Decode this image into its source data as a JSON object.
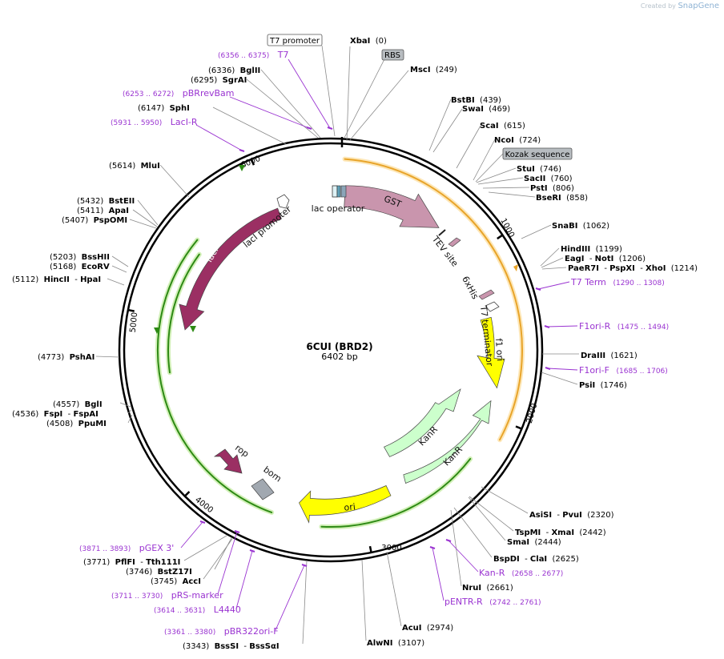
{
  "brand": {
    "prefix": "Created by",
    "name": "SnapGene"
  },
  "plasmid": {
    "name": "6CUI (BRD2)",
    "size": "6402 bp",
    "length": 6402
  },
  "ticks": [
    "1000",
    "2000",
    "3000",
    "4000",
    "5000",
    "6000"
  ],
  "sites": [
    {
      "id": "xbai",
      "parts": [
        {
          "t": "XbaI",
          "b": true
        },
        {
          "t": "  (0)",
          "b": false
        }
      ]
    },
    {
      "id": "msci",
      "parts": [
        {
          "t": "MscI",
          "b": true
        },
        {
          "t": "  (249)",
          "b": false
        }
      ]
    },
    {
      "id": "bstbi",
      "parts": [
        {
          "t": "BstBI",
          "b": true
        },
        {
          "t": "  (439)",
          "b": false
        }
      ]
    },
    {
      "id": "swai",
      "parts": [
        {
          "t": "SwaI",
          "b": true
        },
        {
          "t": "  (469)",
          "b": false
        }
      ]
    },
    {
      "id": "scai",
      "parts": [
        {
          "t": "ScaI",
          "b": true
        },
        {
          "t": "  (615)",
          "b": false
        }
      ]
    },
    {
      "id": "ncoi",
      "parts": [
        {
          "t": "NcoI",
          "b": true
        },
        {
          "t": "  (724)",
          "b": false
        }
      ]
    },
    {
      "id": "stui",
      "parts": [
        {
          "t": "StuI",
          "b": true
        },
        {
          "t": "  (746)",
          "b": false
        }
      ]
    },
    {
      "id": "sacii",
      "parts": [
        {
          "t": "SacII",
          "b": true
        },
        {
          "t": "  (760)",
          "b": false
        }
      ]
    },
    {
      "id": "psti",
      "parts": [
        {
          "t": "PstI",
          "b": true
        },
        {
          "t": "  (806)",
          "b": false
        }
      ]
    },
    {
      "id": "beri",
      "parts": [
        {
          "t": "BseRI",
          "b": true
        },
        {
          "t": "  (858)",
          "b": false
        }
      ]
    },
    {
      "id": "snabi",
      "parts": [
        {
          "t": "SnaBI",
          "b": true
        },
        {
          "t": "  (1062)",
          "b": false
        }
      ]
    },
    {
      "id": "hindiii",
      "parts": [
        {
          "t": "HindIII",
          "b": true
        },
        {
          "t": "  (1199)",
          "b": false
        }
      ]
    },
    {
      "id": "eagi",
      "parts": [
        {
          "t": "EagI",
          "b": true
        },
        {
          "t": "  - ",
          "b": false
        },
        {
          "t": "NotI",
          "b": true
        },
        {
          "t": "  (1206)",
          "b": false
        }
      ]
    },
    {
      "id": "paer7i",
      "parts": [
        {
          "t": "PaeR7I",
          "b": true
        },
        {
          "t": "  - ",
          "b": false
        },
        {
          "t": "PspXI",
          "b": true
        },
        {
          "t": "  - ",
          "b": false
        },
        {
          "t": "XhoI",
          "b": true
        },
        {
          "t": "  (1214)",
          "b": false
        }
      ]
    },
    {
      "id": "draiii",
      "parts": [
        {
          "t": "DraIII",
          "b": true
        },
        {
          "t": "  (1621)",
          "b": false
        }
      ]
    },
    {
      "id": "psii",
      "parts": [
        {
          "t": "PsiI",
          "b": true
        },
        {
          "t": "  (1746)",
          "b": false
        }
      ]
    },
    {
      "id": "asisi",
      "parts": [
        {
          "t": "AsiSI",
          "b": true
        },
        {
          "t": "  - ",
          "b": false
        },
        {
          "t": "PvuI",
          "b": true
        },
        {
          "t": "  (2320)",
          "b": false
        }
      ]
    },
    {
      "id": "tspmi",
      "parts": [
        {
          "t": "TspMI",
          "b": true
        },
        {
          "t": "  - ",
          "b": false
        },
        {
          "t": "XmaI",
          "b": true
        },
        {
          "t": "  (2442)",
          "b": false
        }
      ]
    },
    {
      "id": "smai",
      "parts": [
        {
          "t": "SmaI",
          "b": true
        },
        {
          "t": "  (2444)",
          "b": false
        }
      ]
    },
    {
      "id": "bspdi",
      "parts": [
        {
          "t": "BspDI",
          "b": true
        },
        {
          "t": "  - ",
          "b": false
        },
        {
          "t": "ClaI",
          "b": true
        },
        {
          "t": "  (2625)",
          "b": false
        }
      ]
    },
    {
      "id": "nrui",
      "parts": [
        {
          "t": "NruI",
          "b": true
        },
        {
          "t": "  (2661)",
          "b": false
        }
      ]
    },
    {
      "id": "acui",
      "parts": [
        {
          "t": "AcuI",
          "b": true
        },
        {
          "t": "  (2974)",
          "b": false
        }
      ]
    },
    {
      "id": "alwni",
      "parts": [
        {
          "t": "AlwNI",
          "b": true
        },
        {
          "t": "  (3107)",
          "b": false
        }
      ]
    },
    {
      "id": "bsssi",
      "parts": [
        {
          "t": "(3343)  ",
          "b": false
        },
        {
          "t": "BssSI",
          "b": true
        },
        {
          "t": "  - ",
          "b": false
        },
        {
          "t": "BssSαI",
          "b": true
        }
      ]
    },
    {
      "id": "acci",
      "parts": [
        {
          "t": "(3745)  ",
          "b": false
        },
        {
          "t": "AccI",
          "b": true
        }
      ]
    },
    {
      "id": "bstz17i",
      "parts": [
        {
          "t": "(3746)  ",
          "b": false
        },
        {
          "t": "BstZ17I",
          "b": true
        }
      ]
    },
    {
      "id": "pflfi",
      "parts": [
        {
          "t": "(3771)  ",
          "b": false
        },
        {
          "t": "PflFI",
          "b": true
        },
        {
          "t": "  - ",
          "b": false
        },
        {
          "t": "Tth111I",
          "b": true
        }
      ]
    },
    {
      "id": "ppumi",
      "parts": [
        {
          "t": "(4508)  ",
          "b": false
        },
        {
          "t": "PpuMI",
          "b": true
        }
      ]
    },
    {
      "id": "fspi",
      "parts": [
        {
          "t": "(4536)  ",
          "b": false
        },
        {
          "t": "FspI",
          "b": true
        },
        {
          "t": "  - ",
          "b": false
        },
        {
          "t": "FspAI",
          "b": true
        }
      ]
    },
    {
      "id": "bgli",
      "parts": [
        {
          "t": "(4557)  ",
          "b": false
        },
        {
          "t": "BglI",
          "b": true
        }
      ]
    },
    {
      "id": "pshai",
      "parts": [
        {
          "t": "(4773)  ",
          "b": false
        },
        {
          "t": "PshAI",
          "b": true
        }
      ]
    },
    {
      "id": "hincii",
      "parts": [
        {
          "t": "(5112)  ",
          "b": false
        },
        {
          "t": "HincII",
          "b": true
        },
        {
          "t": "  - ",
          "b": false
        },
        {
          "t": "HpaI",
          "b": true
        }
      ]
    },
    {
      "id": "ecorv",
      "parts": [
        {
          "t": "(5168)  ",
          "b": false
        },
        {
          "t": "EcoRV",
          "b": true
        }
      ]
    },
    {
      "id": "bsshii",
      "parts": [
        {
          "t": "(5203)  ",
          "b": false
        },
        {
          "t": "BssHII",
          "b": true
        }
      ]
    },
    {
      "id": "pspomi",
      "parts": [
        {
          "t": "(5407)  ",
          "b": false
        },
        {
          "t": "PspOMI",
          "b": true
        }
      ]
    },
    {
      "id": "apai",
      "parts": [
        {
          "t": "(5411)  ",
          "b": false
        },
        {
          "t": "ApaI",
          "b": true
        }
      ]
    },
    {
      "id": "bsteii",
      "parts": [
        {
          "t": "(5432)  ",
          "b": false
        },
        {
          "t": "BstEII",
          "b": true
        }
      ]
    },
    {
      "id": "mlui",
      "parts": [
        {
          "t": "(5614)  ",
          "b": false
        },
        {
          "t": "MluI",
          "b": true
        }
      ]
    },
    {
      "id": "sphi",
      "parts": [
        {
          "t": "(6147)  ",
          "b": false
        },
        {
          "t": "SphI",
          "b": true
        }
      ]
    },
    {
      "id": "sgrai",
      "parts": [
        {
          "t": "(6295)  ",
          "b": false
        },
        {
          "t": "SgrAI",
          "b": true
        }
      ]
    },
    {
      "id": "bglii",
      "parts": [
        {
          "t": "(6336)  ",
          "b": false
        },
        {
          "t": "BglII",
          "b": true
        }
      ]
    }
  ],
  "primers": [
    {
      "id": "t7",
      "parts": [
        {
          "t": "(6356 .. 6375)",
          "s": 1
        },
        {
          "t": "   T7",
          "s": 0
        }
      ]
    },
    {
      "id": "pbrrevbam",
      "parts": [
        {
          "t": "(6253 .. 6272)",
          "s": 1
        },
        {
          "t": "   pBRrevBam",
          "s": 0
        }
      ]
    },
    {
      "id": "laci-r",
      "parts": [
        {
          "t": "(5931 .. 5950)",
          "s": 1
        },
        {
          "t": "   LacI-R",
          "s": 0
        }
      ]
    },
    {
      "id": "t7term",
      "parts": [
        {
          "t": "T7 Term",
          "s": 0
        },
        {
          "t": "   (1290 .. 1308)",
          "s": 1
        }
      ]
    },
    {
      "id": "f1ori-r",
      "parts": [
        {
          "t": "F1ori-R",
          "s": 0
        },
        {
          "t": "   (1475 .. 1494)",
          "s": 1
        }
      ]
    },
    {
      "id": "f1ori-f",
      "parts": [
        {
          "t": "F1ori-F",
          "s": 0
        },
        {
          "t": "   (1685 .. 1706)",
          "s": 1
        }
      ]
    },
    {
      "id": "kan-r",
      "parts": [
        {
          "t": "Kan-R",
          "s": 0
        },
        {
          "t": "   (2658 .. 2677)",
          "s": 1
        }
      ]
    },
    {
      "id": "pentr-r",
      "parts": [
        {
          "t": "pENTR-R",
          "s": 0
        },
        {
          "t": "   (2742 .. 2761)",
          "s": 1
        }
      ]
    },
    {
      "id": "pbr322ori-f",
      "parts": [
        {
          "t": "(3361 .. 3380)",
          "s": 1
        },
        {
          "t": "   pBR322ori-F",
          "s": 0
        }
      ]
    },
    {
      "id": "l4440",
      "parts": [
        {
          "t": "(3614 .. 3631)",
          "s": 1
        },
        {
          "t": "   L4440",
          "s": 0
        }
      ]
    },
    {
      "id": "prs-marker",
      "parts": [
        {
          "t": "(3711 .. 3730)",
          "s": 1
        },
        {
          "t": "   pRS-marker",
          "s": 0
        }
      ]
    },
    {
      "id": "pgex3",
      "parts": [
        {
          "t": "(3871 .. 3893)",
          "s": 1
        },
        {
          "t": "   pGEX 3'",
          "s": 0
        }
      ]
    }
  ],
  "boxed": {
    "t7_promoter": "T7 promoter",
    "rbs": "RBS",
    "kozak": "Kozak sequence"
  },
  "features": {
    "gst": "GST",
    "tev": "TEV site",
    "his": "6xHis",
    "t7term": "T7 terminator",
    "f1ori": "f1 ori",
    "kanr1": "KanR",
    "kanr2": "KanR",
    "ori": "ori",
    "bom": "bom",
    "rop": "rop",
    "laci": "lacI",
    "lacprom": "lacI promoter",
    "lacop": "lac operator"
  },
  "colors": {
    "gst": "#c995ad",
    "laci": "#9b2f63",
    "f1ori": "#ffff00",
    "kanr": "#ccffcc",
    "orf_green": "#2d8a14",
    "orf_orange": "#e8a42a",
    "bom": "#a1a8b0",
    "primer": "#9a34d1",
    "backbone": "#000000"
  }
}
